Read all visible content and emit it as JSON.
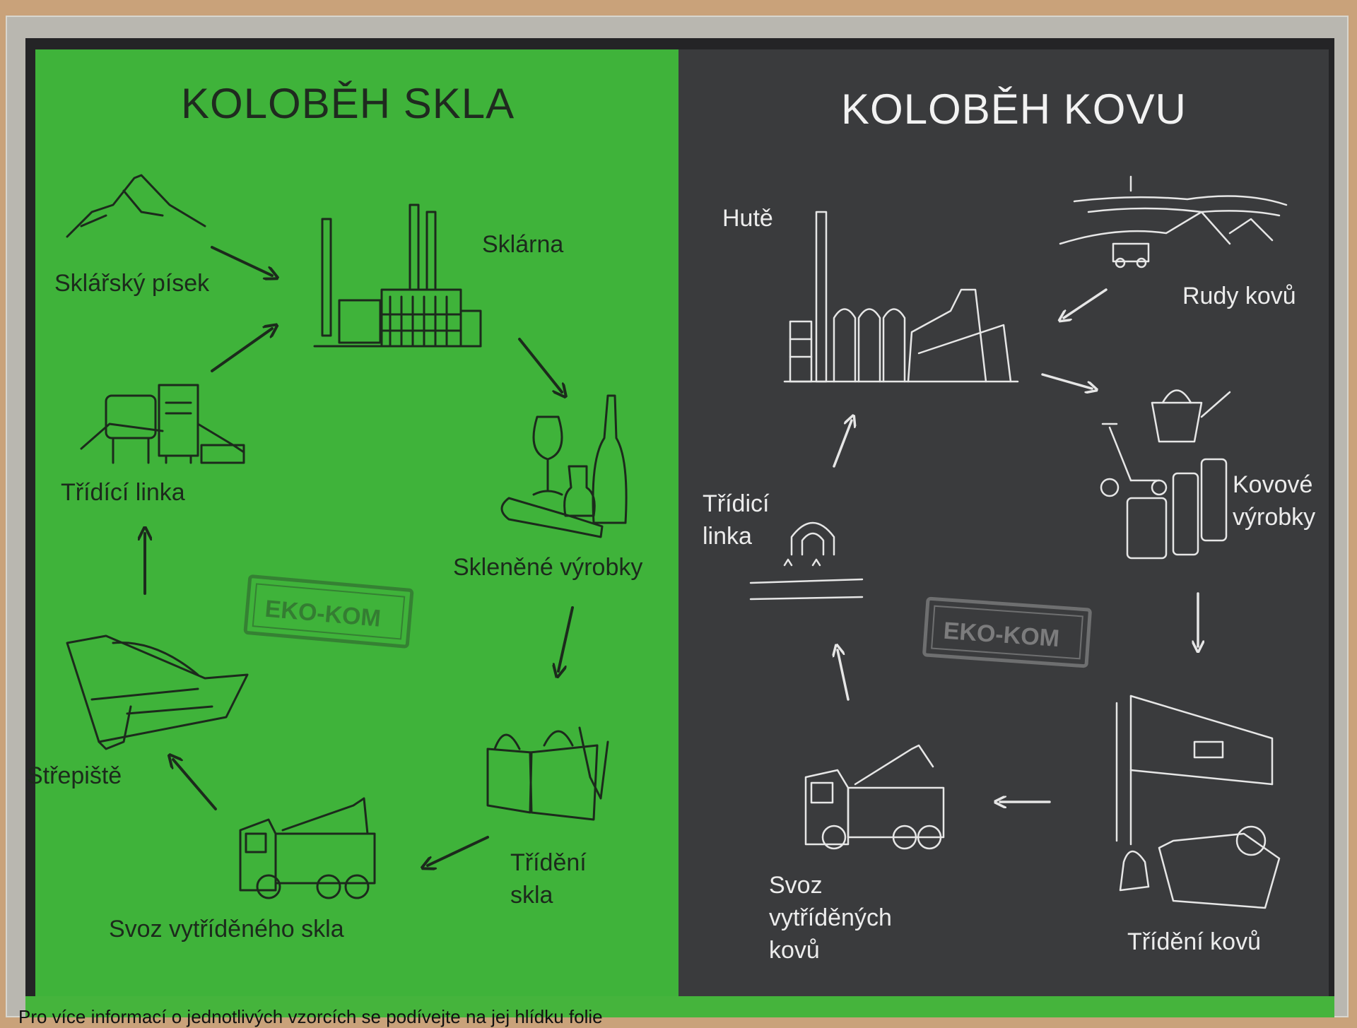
{
  "glass_panel": {
    "title": "KOLOBĚH SKLA",
    "stations": {
      "sand": "Sklářský písek",
      "factory": "Sklárna",
      "products": "Skleněné výrobky",
      "sorting_line": "Třídící linka",
      "sorting": "Třídění skla",
      "cullet": "Střepiště",
      "collection": "Svoz vytříděného skla"
    },
    "stamp": "EKO-KOM"
  },
  "metal_panel": {
    "title": "KOLOBĚH KOVU",
    "stations": {
      "smelter": "Hutě",
      "ores": "Rudy kovů",
      "products": "Kovové výrobky",
      "sorting_line": "Třídicí linka",
      "sorting": "Třídění kovů",
      "collection": "Svoz vytříděných kovů"
    },
    "stamp": "EKO-KOM"
  },
  "footer": {
    "text": "Pro více informací o jednotlivých vzorcích se podívejte na jej hlídku folie"
  },
  "colors": {
    "glass_bg": "#3fb33a",
    "metal_bg": "#3a3b3d",
    "ink_dark": "#1c2a1c",
    "ink_light": "#ececec"
  }
}
